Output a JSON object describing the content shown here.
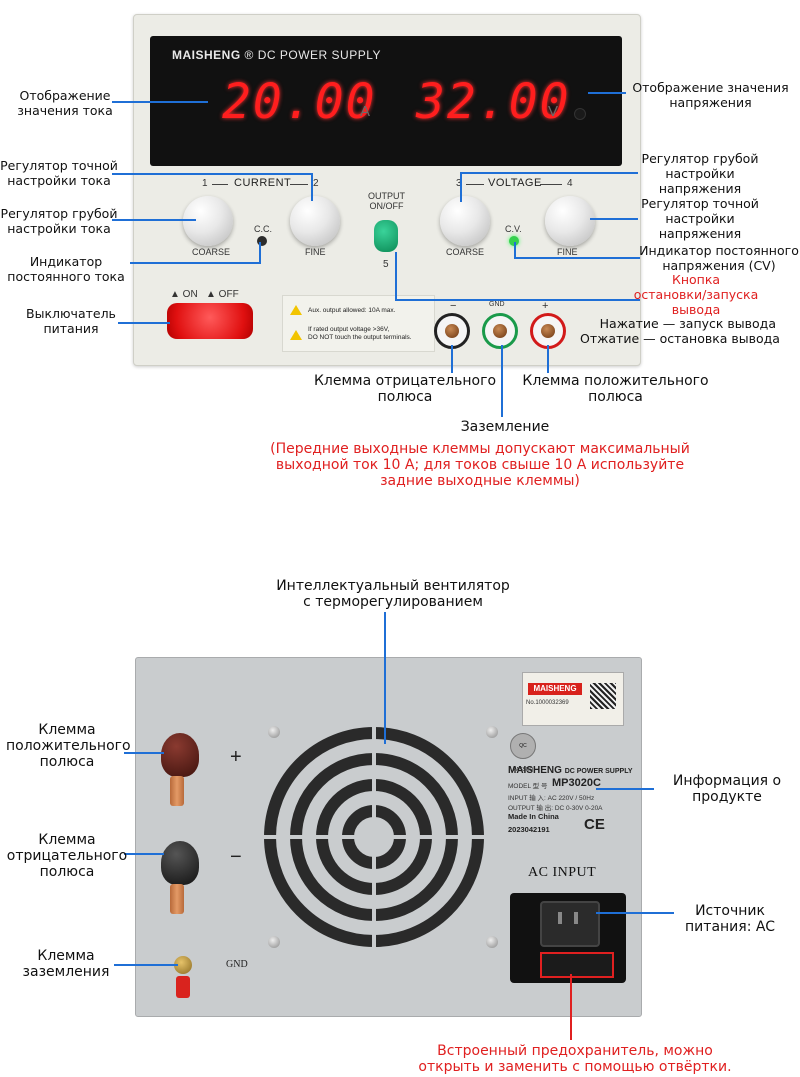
{
  "front": {
    "brand": "MAISHENG",
    "brand_suffix": "® DC POWER SUPPLY",
    "current_value": "20.00",
    "current_unit": "A",
    "voltage_value": "32.00",
    "voltage_unit": "V",
    "current_group": "CURRENT",
    "voltage_group": "VOLTAGE",
    "num1": "1",
    "num2": "2",
    "num3": "3",
    "num4": "4",
    "num5": "5",
    "coarse": "COARSE",
    "fine": "FINE",
    "cc": "C.C.",
    "cv": "C.V.",
    "output_onoff": "OUTPUT\nON/OFF",
    "on_off": "▲ ON   ▲ OFF",
    "warn1": "Aux. output allowed:  10A max.",
    "warn2": "If rated output voltage >36V,\nDO NOT touch the output terminals.",
    "minus": "−",
    "gnd": "GND",
    "plus": "+"
  },
  "front_labels": {
    "current_display": "Отображение\nзначения тока",
    "voltage_display": "Отображение значения\nнапряжения",
    "fine_current": "Регулятор точной\nнастройки тока",
    "coarse_current": "Регулятор грубой\nнастройки тока",
    "cc_indicator": "Индикатор\nпостоянного тока",
    "power_switch": "Выключатель\nпитания",
    "coarse_voltage": "Регулятор грубой\nнастройки\nнапряжения",
    "fine_voltage": "Регулятор точной\nнастройки\nнапряжения",
    "cv_indicator": "Индикатор постоянного\nнапряжения (CV)",
    "output_button": "Кнопка\nостановки/запуска\nвывода",
    "output_desc": "Нажатие — запуск вывода\nОтжатие — остановка вывода",
    "negative_terminal": "Клемма отрицательного\nполюса",
    "positive_terminal": "Клемма положительного\nполюса",
    "ground": "Заземление",
    "front_note": "(Передние выходные клеммы допускают максимальный\nвыходной ток 10 А; для токов свыше 10 А используйте\nзадние выходные клеммы)"
  },
  "back": {
    "plus": "+",
    "minus": "−",
    "gnd": "GND",
    "ac_input": "AC INPUT",
    "sticker_brand": "MAISHENG",
    "sticker_no": "No.1000032369",
    "qc": "QC PASSED",
    "info_brand": "MAISHENG",
    "info_brand_suffix": "DC POWER SUPPLY",
    "model_label": "MODEL 型 号",
    "model": "MP3020C",
    "input_line": "INPUT 输 入:  AC 220V / 50Hz",
    "output_line": "OUTPUT 输 出:  DC 0-30V  0-20A",
    "made_in": "Made In China",
    "serial": "2023042191",
    "ce": "CE"
  },
  "back_labels": {
    "fan": "Интеллектуальный вентилятор\nс терморегулированием",
    "positive_terminal": "Клемма\nположительного\nполюса",
    "negative_terminal": "Клемма\nотрицательного\nполюса",
    "ground_terminal": "Клемма\nзаземления",
    "product_info": "Информация о\nпродукте",
    "power_source": "Источник\nпитания: AC",
    "fuse": "Встроенный предохранитель, можно\nоткрыть и заменить с помощью отвёртки."
  }
}
